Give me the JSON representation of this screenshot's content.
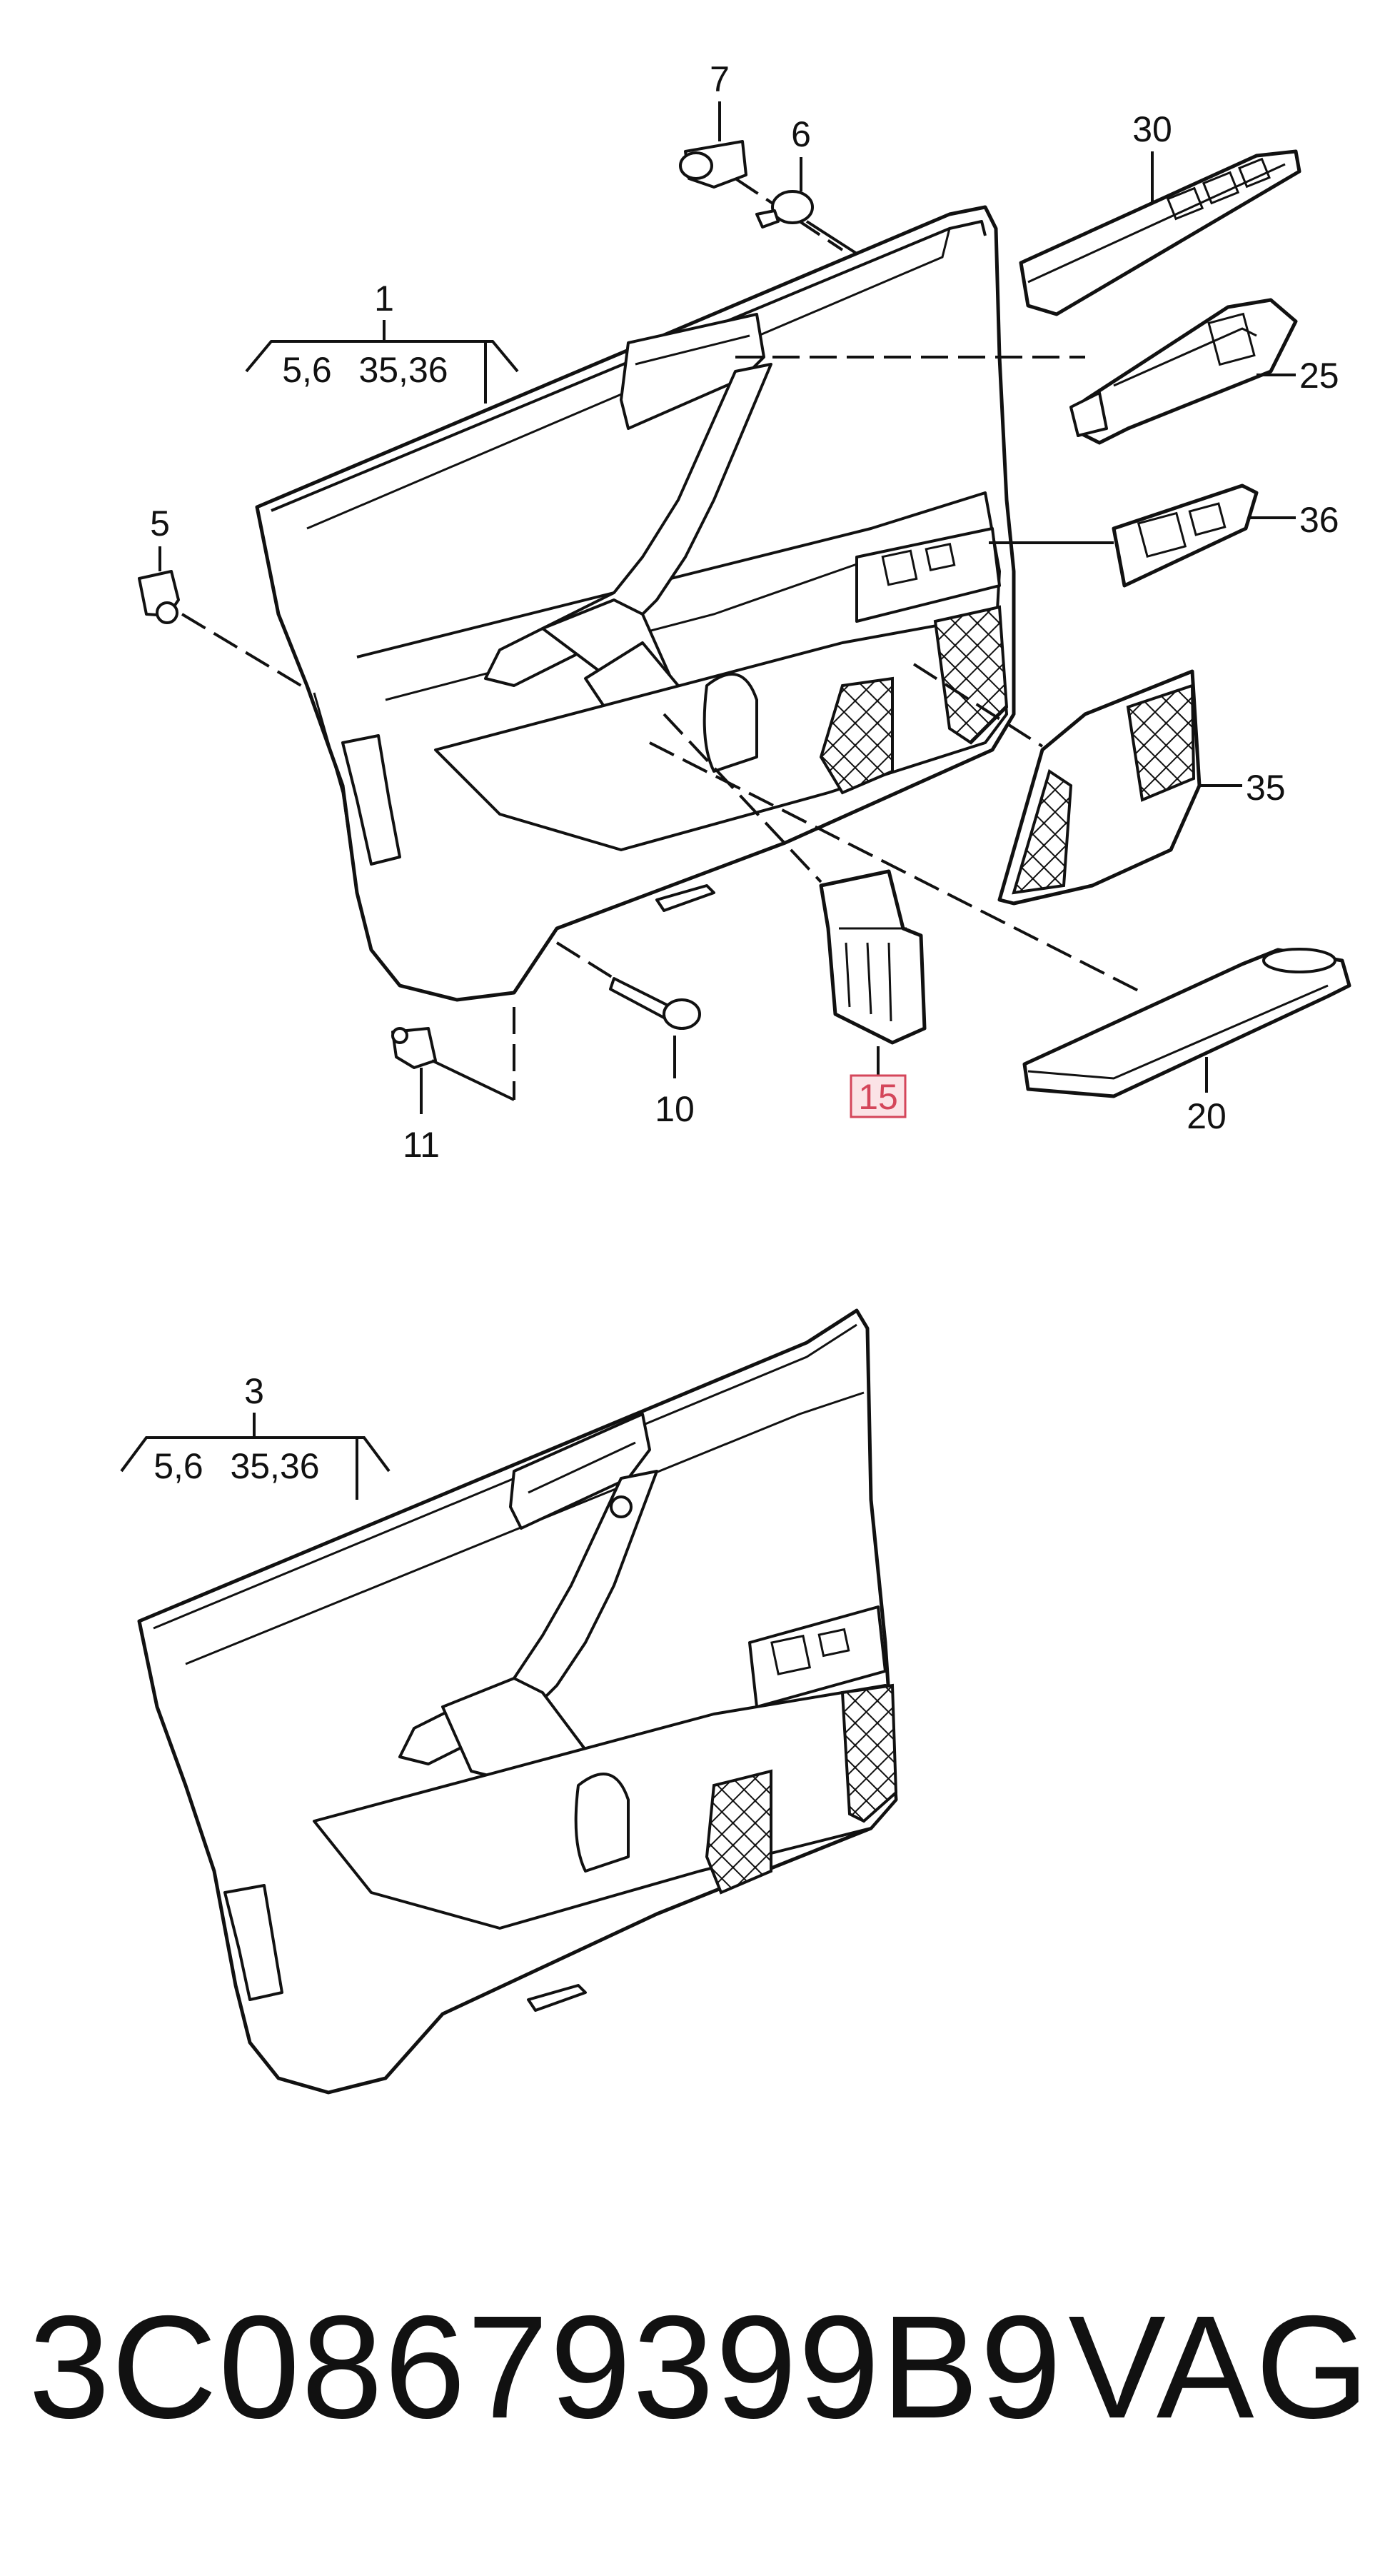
{
  "callouts": {
    "c1": "1",
    "c1_sub_left": "5,6",
    "c1_sub_right": "35,36",
    "c3": "3",
    "c3_sub_left": "5,6",
    "c3_sub_right": "35,36",
    "c5": "5",
    "c6": "6",
    "c7": "7",
    "c10": "10",
    "c11": "11",
    "c15": "15",
    "c20": "20",
    "c25": "25",
    "c30": "30",
    "c35": "35",
    "c36": "36"
  },
  "highlighted_part": "15",
  "part_number": "3C08679399B9",
  "brand": "VAG",
  "colors": {
    "line": "#111111",
    "highlight_fill": "#fbe3e6",
    "highlight_border": "#d4465a"
  }
}
